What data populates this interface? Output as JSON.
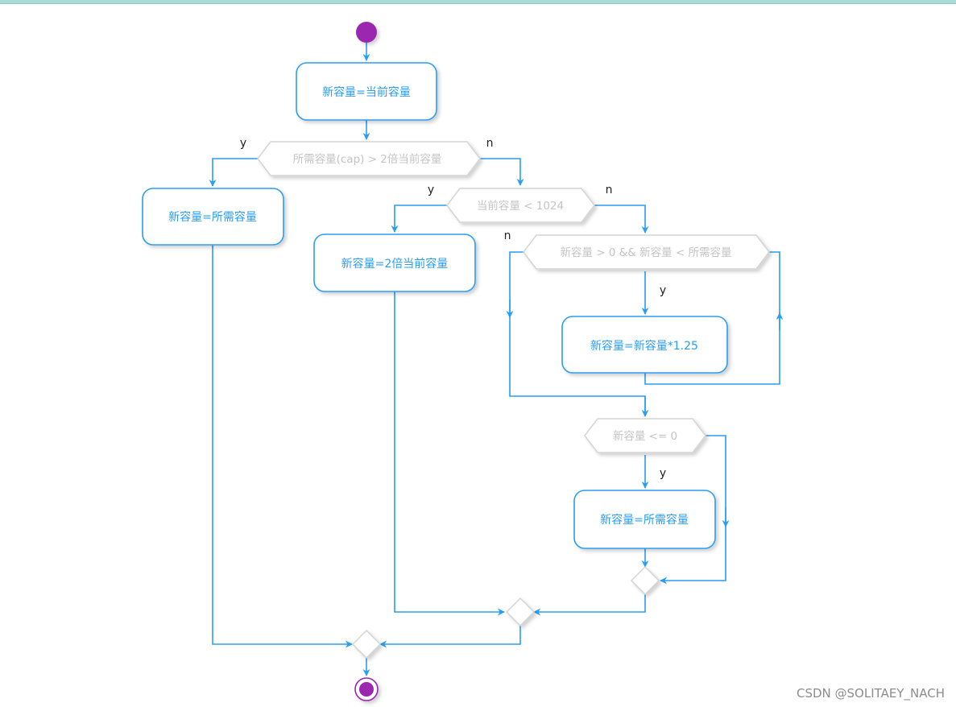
{
  "diagram": {
    "actions": {
      "init": "新容量=当前容量",
      "set_cap": "新容量=所需容量",
      "double": "新容量=2倍当前容量",
      "grow": "新容量=新容量*1.25",
      "set_cap2": "新容量=所需容量"
    },
    "decisions": {
      "d1": "所需容量(cap) > 2倍当前容量",
      "d2": "当前容量 < 1024",
      "d3": "新容量 > 0 && 新容量 < 所需容量",
      "d4": "新容量 <= 0"
    },
    "labels": {
      "d1_yes": "y",
      "d1_no": "n",
      "d2_yes": "y",
      "d2_no": "n",
      "d3_yes": "y",
      "d3_no": "n",
      "d4_yes": "y"
    },
    "colors": {
      "line": "#2a9df4",
      "start_node": "#9b27b0",
      "decision_text": "#c4c4c4"
    }
  },
  "watermark": "CSDN @SOLITAEY_NACH"
}
